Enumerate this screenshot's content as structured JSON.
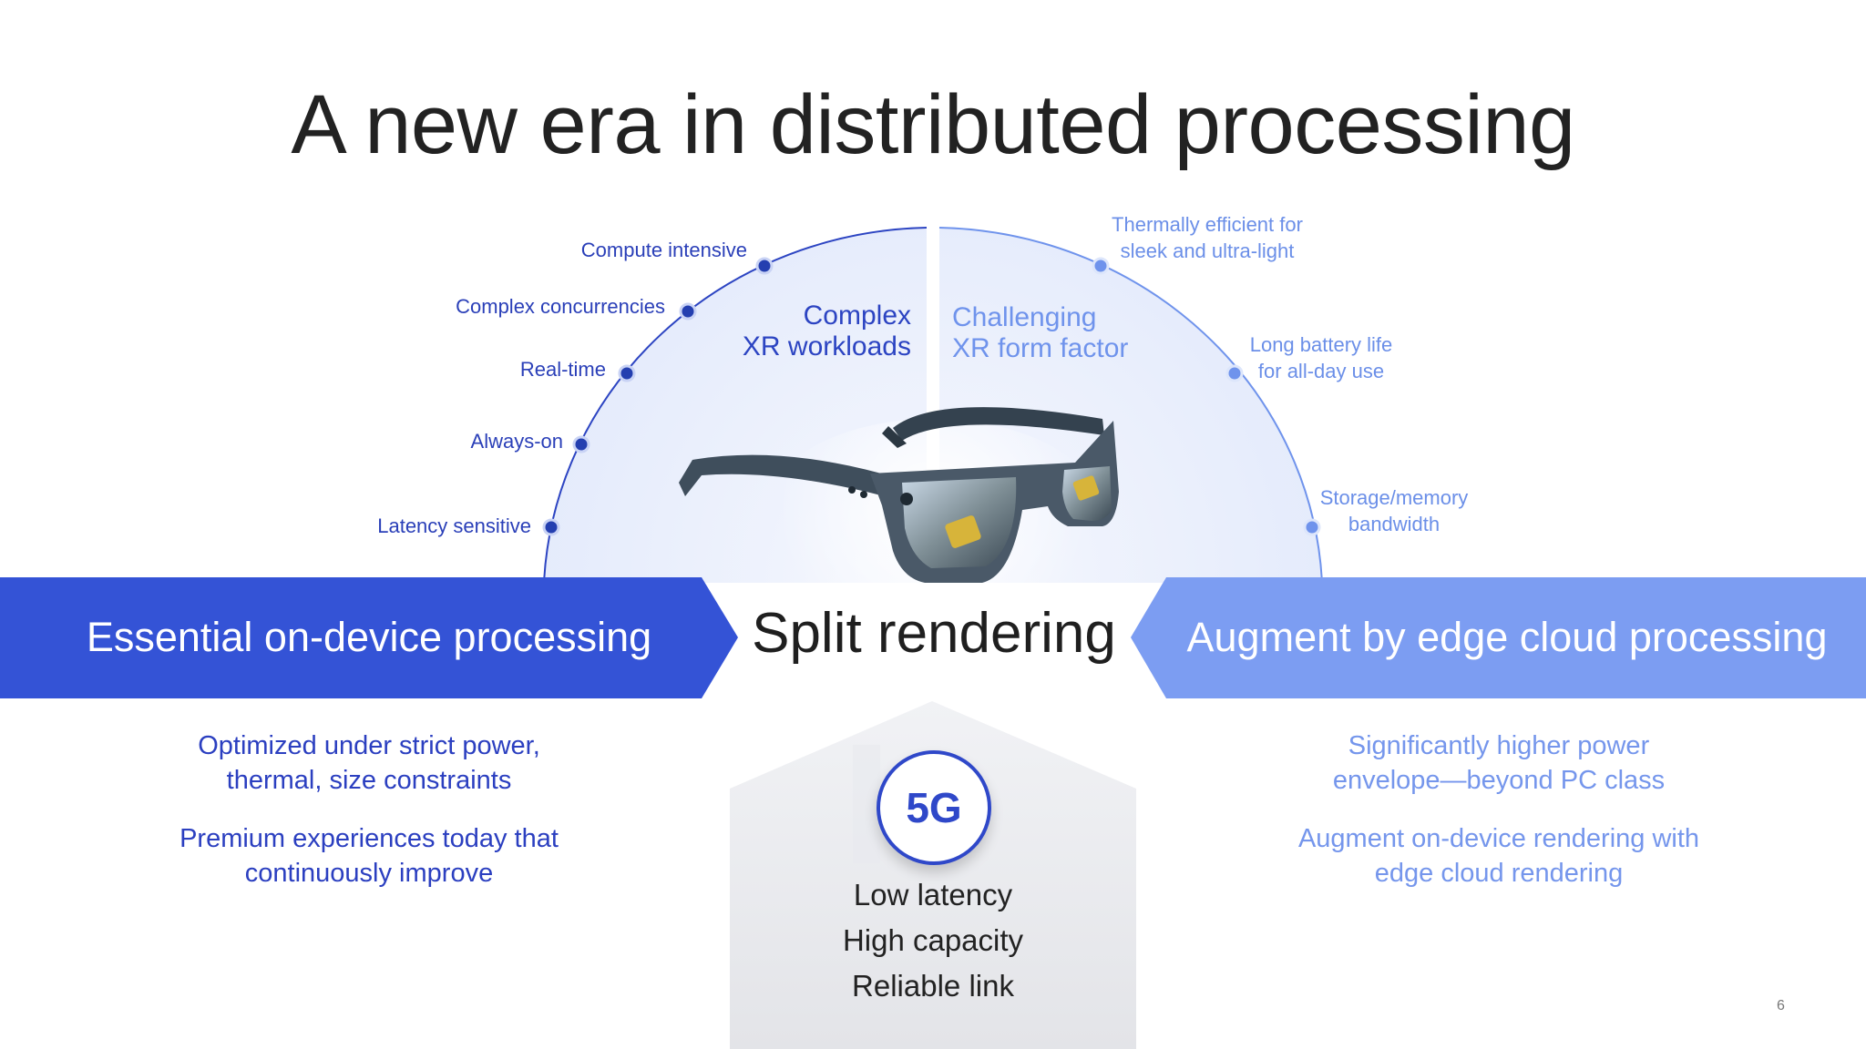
{
  "title": "A new era in distributed processing",
  "left_features": [
    "Compute intensive",
    "Complex concurrencies",
    "Real-time",
    "Always-on",
    "Latency sensitive"
  ],
  "right_features": [
    {
      "line1": "Thermally efficient for",
      "line2": "sleek and ultra-light"
    },
    {
      "line1": "Long battery life",
      "line2": "for all-day use"
    },
    {
      "line1": "Storage/memory",
      "line2": "bandwidth"
    }
  ],
  "center_left": {
    "line1": "Complex",
    "line2": "XR workloads"
  },
  "center_right": {
    "line1": "Challenging",
    "line2": "XR form factor"
  },
  "left_band": "Essential on-device processing",
  "center_title": "Split rendering",
  "right_band": "Augment by edge cloud processing",
  "left_desc": [
    {
      "line1": "Optimized under strict power,",
      "line2": "thermal, size constraints"
    },
    {
      "line1": "Premium experiences today that",
      "line2": "continuously improve"
    }
  ],
  "right_desc": [
    {
      "line1": "Significantly higher power",
      "line2": "envelope—beyond PC class"
    },
    {
      "line1": "Augment on-device rendering with",
      "line2": "edge cloud rendering"
    }
  ],
  "fiveg": {
    "badge": "5G",
    "lines": [
      "Low latency",
      "High capacity",
      "Reliable link"
    ]
  },
  "page_number": "6",
  "colors": {
    "left_band": "#3453d6",
    "right_band": "#7c9df2",
    "left_text": "#2a3fb8",
    "right_text": "#6b8fe8",
    "dot_dark": "#243fb0",
    "dot_light": "#6f93ec"
  },
  "icons": {
    "glasses": "ar-glasses-icon"
  }
}
